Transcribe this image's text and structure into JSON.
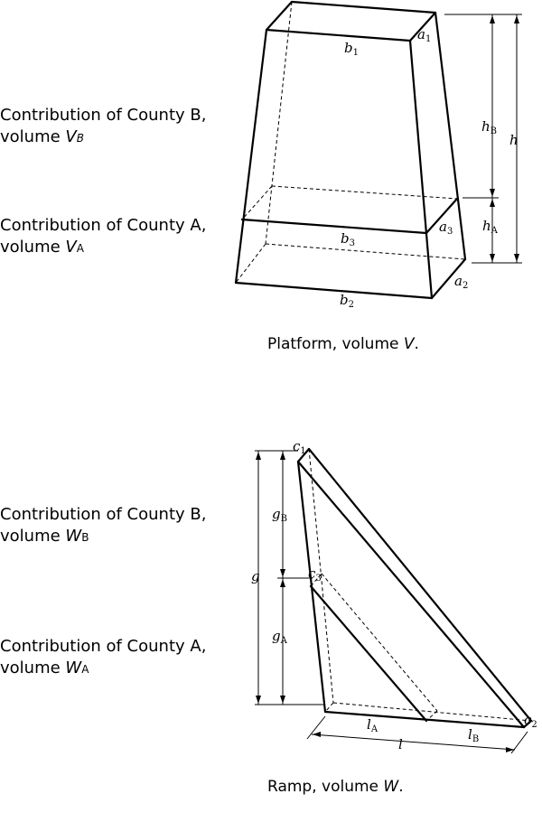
{
  "platform": {
    "contribution_b": {
      "line1": "Contribution of  County B,",
      "line2_prefix": "volume ",
      "var": "V",
      "sub": "B"
    },
    "contribution_a": {
      "line1": "Contribution of  County A,",
      "line2_prefix": "volume ",
      "var": "V",
      "sub": "A"
    },
    "caption": {
      "prefix": "Platform, volume ",
      "var": "V",
      "suffix": "."
    },
    "labels": {
      "b1": {
        "var": "b",
        "sub": "1"
      },
      "a1": {
        "var": "a",
        "sub": "1"
      },
      "b3": {
        "var": "b",
        "sub": "3"
      },
      "a3": {
        "var": "a",
        "sub": "3"
      },
      "b2": {
        "var": "b",
        "sub": "2"
      },
      "a2": {
        "var": "a",
        "sub": "2"
      },
      "hB": {
        "var": "h",
        "sub": "B"
      },
      "hA": {
        "var": "h",
        "sub": "A"
      },
      "h": {
        "var": "h"
      }
    }
  },
  "ramp": {
    "contribution_b": {
      "line1": "Contribution of  County B,",
      "line2_prefix": "volume ",
      "var": "W",
      "sub": "B"
    },
    "contribution_a": {
      "line1": "Contribution of  County A,",
      "line2_prefix": "volume ",
      "var": "W",
      "sub": "A"
    },
    "caption": {
      "prefix": "Ramp, volume ",
      "var": "W",
      "suffix": "."
    },
    "labels": {
      "c1": {
        "var": "c",
        "sub": "1"
      },
      "c3": {
        "var": "c",
        "sub": "3"
      },
      "c2": {
        "var": "c",
        "sub": "2"
      },
      "gB": {
        "var": "g",
        "sub": "B"
      },
      "gA": {
        "var": "g",
        "sub": "A"
      },
      "g": {
        "var": "g"
      },
      "lA": {
        "var": "l",
        "sub": "A"
      },
      "lB": {
        "var": "l",
        "sub": "B"
      },
      "l": {
        "var": "l"
      }
    }
  }
}
